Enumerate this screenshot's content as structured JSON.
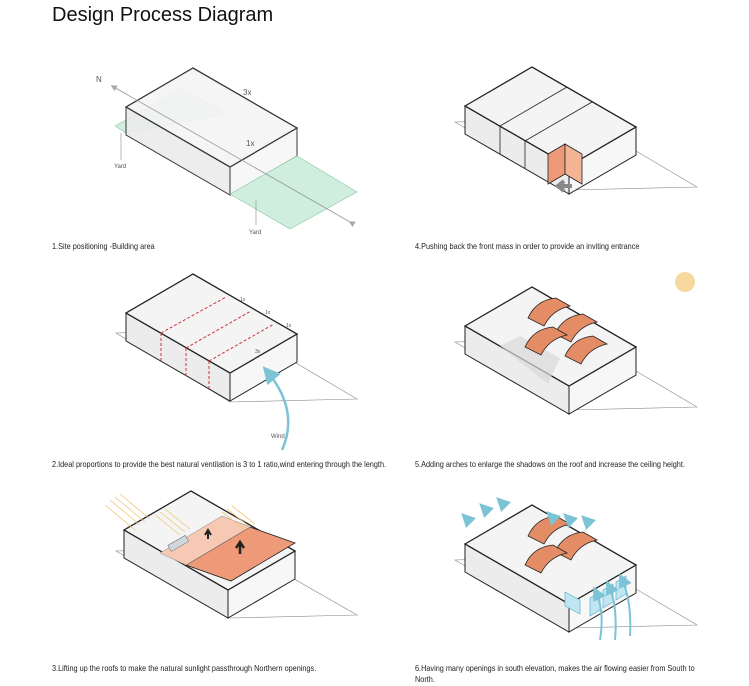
{
  "title": "Design Process Diagram",
  "steps": [
    {
      "caption": "1.Site positioning -Building area",
      "labels": {
        "north": "N",
        "length": "3x",
        "width": "1x",
        "yard_left": "Yard",
        "yard_right": "Yard"
      }
    },
    {
      "caption": "2.Ideal proportions to provide the best natural ventilation is 3 to 1 ratio,wind entering through the length.",
      "labels": {
        "m1": "1x",
        "m2": "1x",
        "m3": "1x",
        "length": "3x",
        "wind": "Wind"
      }
    },
    {
      "caption": "3.Lifting up the roofs to make the natural sunlight passthrough Northern openings."
    },
    {
      "caption": "4.Pushing back the front mass in order to provide an inviting entrance"
    },
    {
      "caption": "5.Adding arches to enlarge the shadows on the roof and increase the ceiling height."
    },
    {
      "caption": "6.Having many openings in south elevation, makes the air flowing easier from South to",
      "caption_line2": "North."
    }
  ],
  "colors": {
    "yard": "#cfeedd",
    "accent": "#ee9a78",
    "wind": "#7cc3d6",
    "sun": "#f7d9a0",
    "dash": "#d0323c"
  }
}
